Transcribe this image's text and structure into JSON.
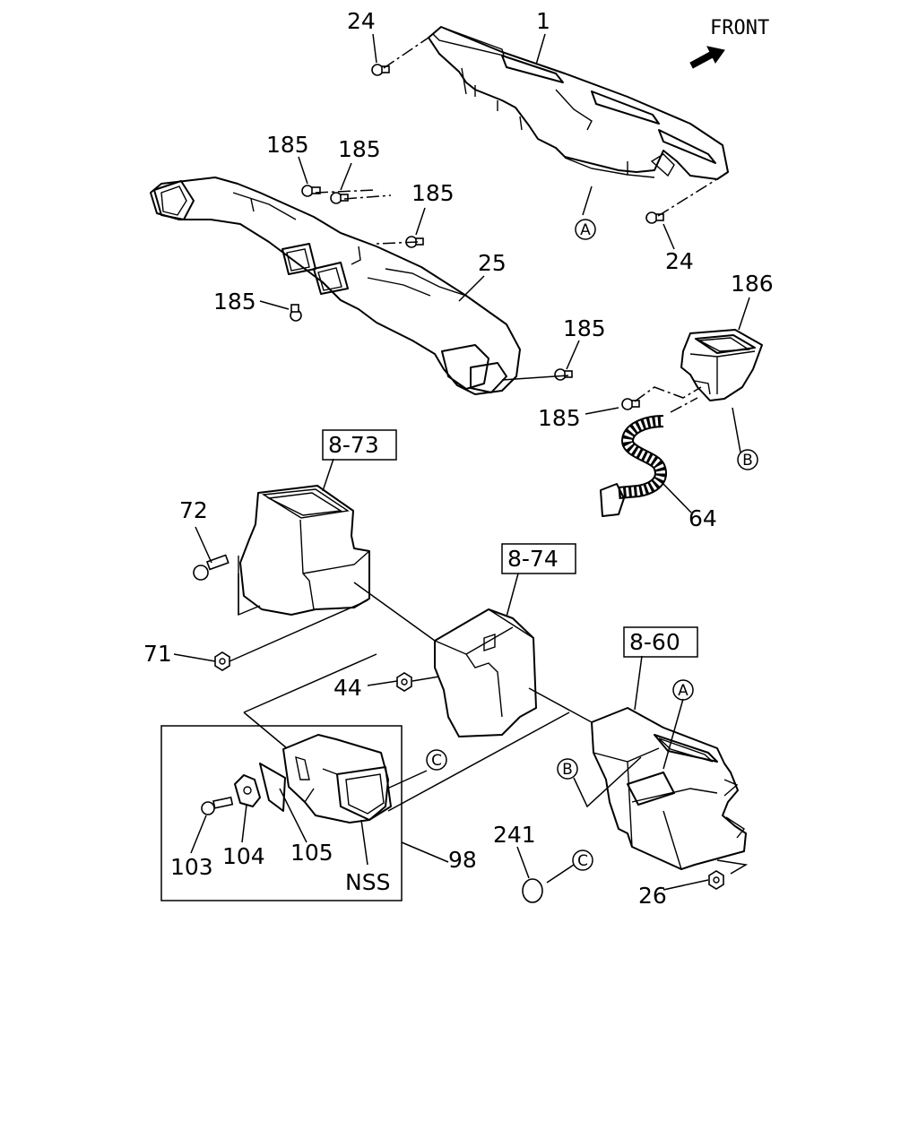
{
  "front_label": "FRONT",
  "part_numbers": {
    "p1": "1",
    "p24_top": "24",
    "p24_right": "24",
    "p185_a": "185",
    "p185_b": "185",
    "p185_c": "185",
    "p185_d": "185",
    "p185_e": "185",
    "p185_f": "185",
    "p25": "25",
    "p186": "186",
    "p64": "64",
    "p72": "72",
    "p71": "71",
    "p44": "44",
    "p26": "26",
    "p241": "241",
    "p103": "103",
    "p104": "104",
    "p105": "105",
    "p98": "98",
    "nss": "NSS"
  },
  "ref_boxes": {
    "r873": "8-73",
    "r874": "8-74",
    "r860": "8-60"
  },
  "connectors": {
    "A": "A",
    "B": "B",
    "C": "C"
  }
}
